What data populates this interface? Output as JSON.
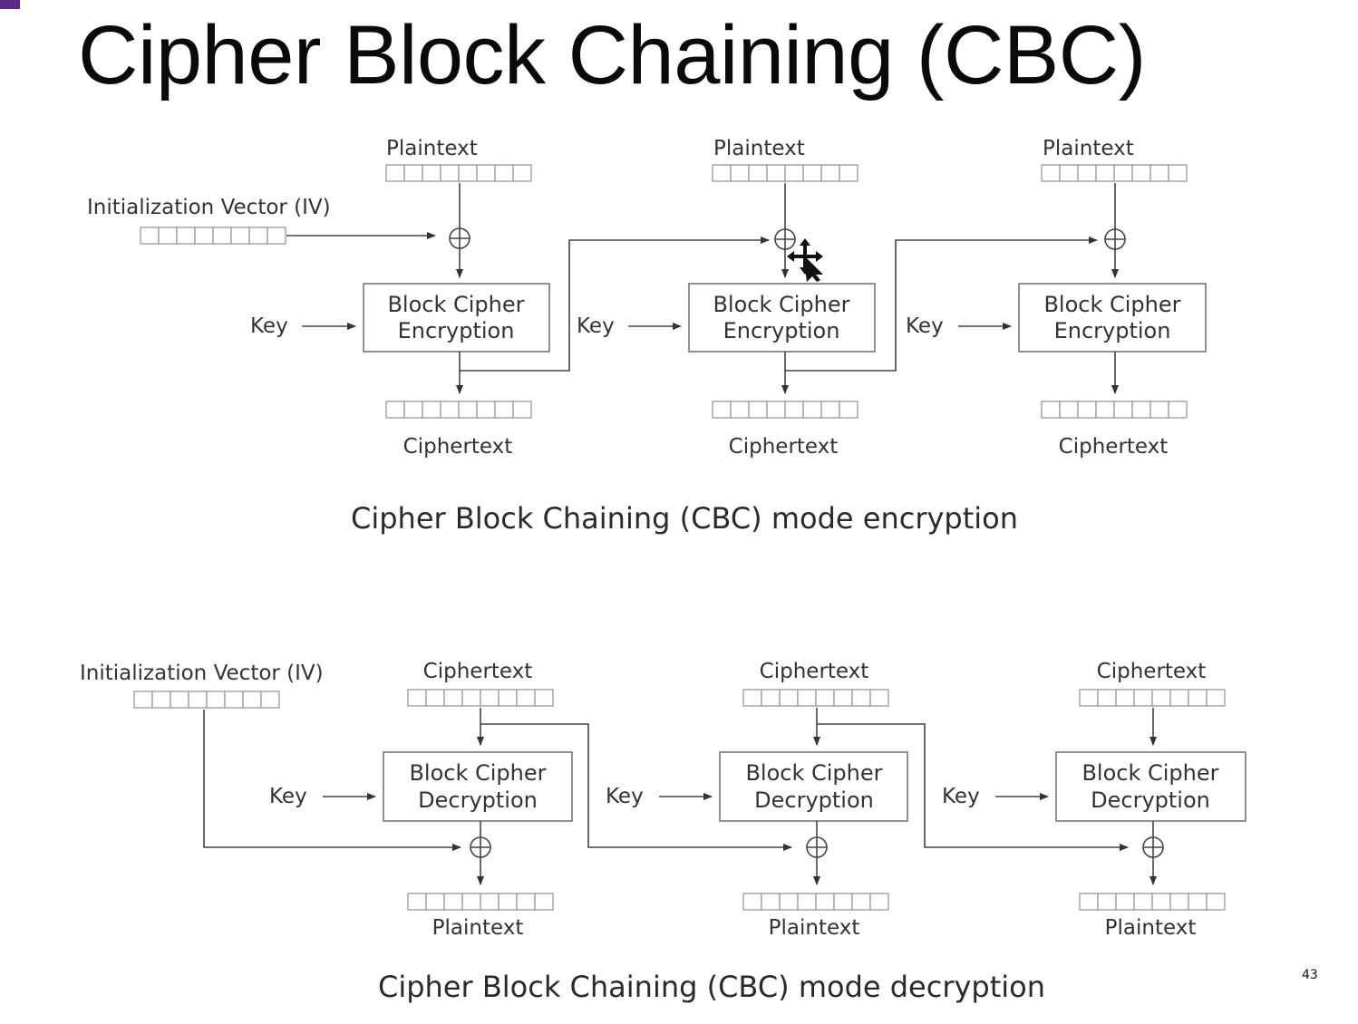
{
  "slide": {
    "title": "Cipher Block Chaining (CBC)",
    "page_number": "43"
  },
  "encryption": {
    "iv_label": "Initialization Vector (IV)",
    "plaintext_label": "Plaintext",
    "ciphertext_label": "Ciphertext",
    "key_label": "Key",
    "block_line1": "Block Cipher",
    "block_line2": "Encryption",
    "caption": "Cipher Block Chaining (CBC) mode encryption"
  },
  "decryption": {
    "iv_label": "Initialization Vector (IV)",
    "ciphertext_label": "Ciphertext",
    "plaintext_label": "Plaintext",
    "key_label": "Key",
    "block_line1": "Block Cipher",
    "block_line2": "Decryption",
    "caption": "Cipher Block Chaining (CBC) mode decryption"
  },
  "icons": {
    "cursor": "move-cursor-icon",
    "xor": "xor-icon",
    "arrow": "arrow-icon"
  }
}
